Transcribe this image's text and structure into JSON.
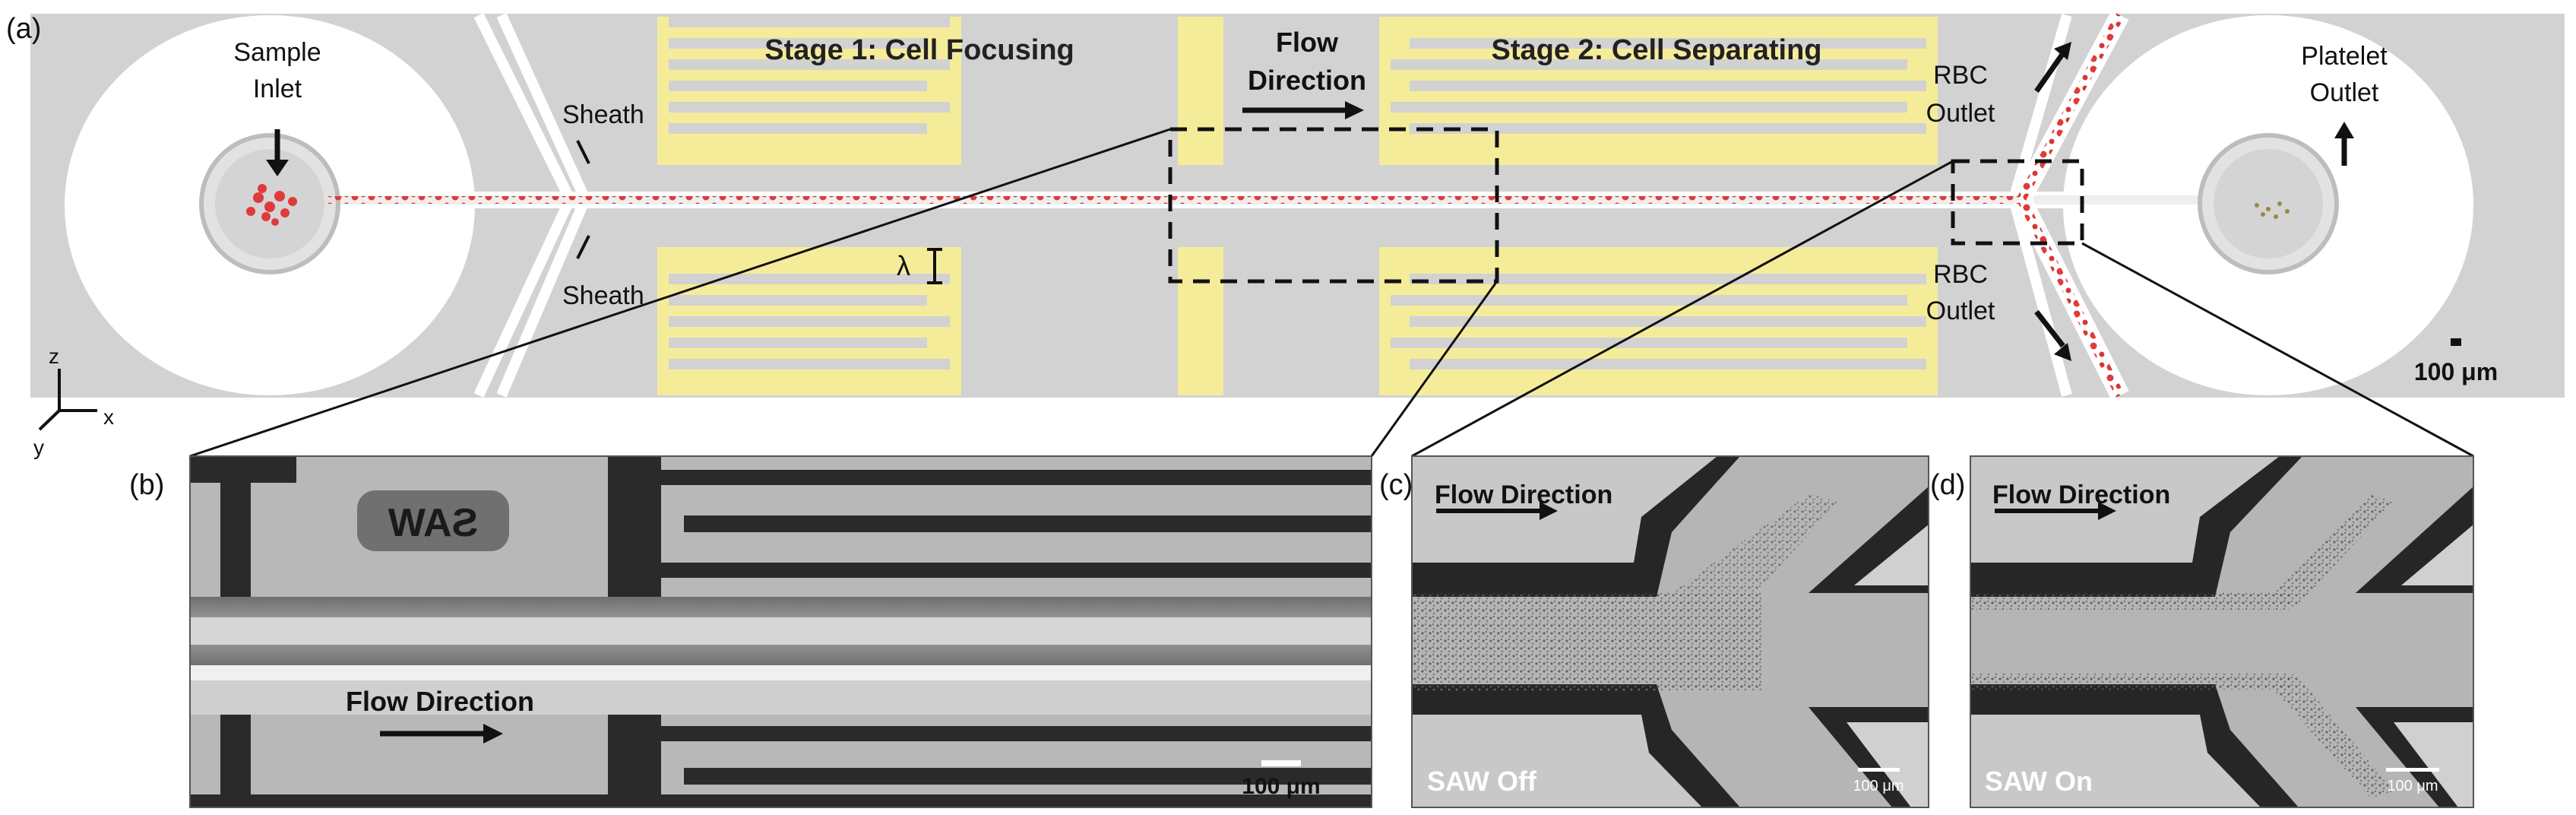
{
  "panel_a": {
    "tag": "(a)",
    "sample_inlet": [
      "Sample",
      "Inlet"
    ],
    "stage1": "Stage 1: Cell Focusing",
    "stage2": "Stage 2: Cell Separating",
    "flow_direction": [
      "Flow",
      "Direction"
    ],
    "sheath_top": "Sheath",
    "sheath_bottom": "Sheath",
    "lambda": "λ",
    "rbc_outlet_top": [
      "RBC",
      "Outlet"
    ],
    "rbc_outlet_bottom": [
      "RBC",
      "Outlet"
    ],
    "platelet_outlet": [
      "Platelet",
      "Outlet"
    ],
    "scale_bar": "100 μm",
    "axis_z": "z",
    "axis_x": "x",
    "axis_y": "y"
  },
  "panel_b": {
    "tag": "(b)",
    "flow_direction": "Flow Direction",
    "scale_bar": "100 μm",
    "chip_logo_text": "SAW"
  },
  "panel_c": {
    "tag": "(c)",
    "flow_direction": "Flow Direction",
    "state": "SAW Off",
    "scale_bar": "100 μm"
  },
  "panel_d": {
    "tag": "(d)",
    "flow_direction": "Flow Direction",
    "state": "SAW On",
    "scale_bar": "100 μm"
  },
  "colors": {
    "background": "#d2d2d2",
    "electrode": "#f5ec9a",
    "cells": "#e03a3a",
    "micro_dark": "#2a2a2a",
    "micro_light": "#c8c8c8"
  }
}
